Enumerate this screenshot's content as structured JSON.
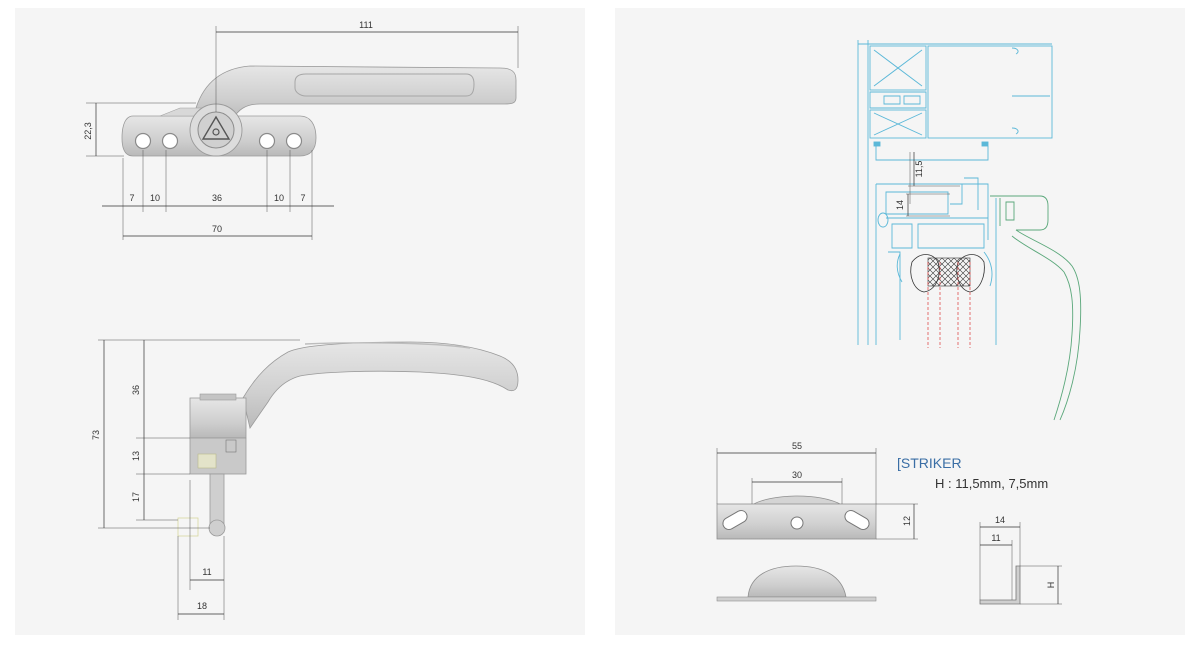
{
  "top_view": {
    "overall_length": "111",
    "height": "22,3",
    "spacing": [
      "7",
      "10",
      "36",
      "10",
      "7"
    ],
    "base_length": "70"
  },
  "side_view": {
    "total_height": "73",
    "heights": [
      "36",
      "13",
      "17"
    ],
    "spindle_width": "11",
    "base_width": "18"
  },
  "section_view": {
    "dim_a": "11,5",
    "dim_b": "14"
  },
  "striker": {
    "title": "[STRIKER",
    "subtitle": "H : 11,5mm, 7,5mm",
    "length": "55",
    "inner_length": "30",
    "thickness": "12",
    "profile_width": "14",
    "profile_inner": "11",
    "profile_height": "H"
  },
  "colors": {
    "handle_gray": "#d4d4d4",
    "section_cyan": "#5bb8d8",
    "handle_outline_green": "#5aa77a",
    "title_blue": "#3a6ea5"
  }
}
